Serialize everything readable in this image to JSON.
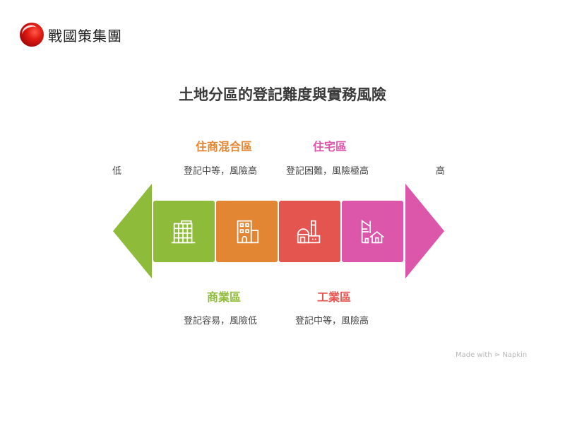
{
  "logo": {
    "text": "戰國策集團"
  },
  "title": "土地分區的登記難度與實務風險",
  "axis": {
    "low": "低",
    "high": "高"
  },
  "colors": {
    "green": "#8fbb3a",
    "orange": "#e38634",
    "red": "#e5554f",
    "pink": "#dc56aa"
  },
  "zones": [
    {
      "name": "商業區",
      "desc": "登記容易，風險低",
      "icon": "office-building-icon",
      "color": "#8fbb3a"
    },
    {
      "name": "住商混合區",
      "desc": "登記中等，風險高",
      "icon": "mixed-building-icon",
      "color": "#e38634"
    },
    {
      "name": "工業區",
      "desc": "登記中等，風險高",
      "icon": "factory-icon",
      "color": "#e5554f"
    },
    {
      "name": "住宅區",
      "desc": "登記困難，風險極高",
      "icon": "house-icon",
      "color": "#dc56aa"
    }
  ],
  "footer": "Made with ⋗ Napkin"
}
